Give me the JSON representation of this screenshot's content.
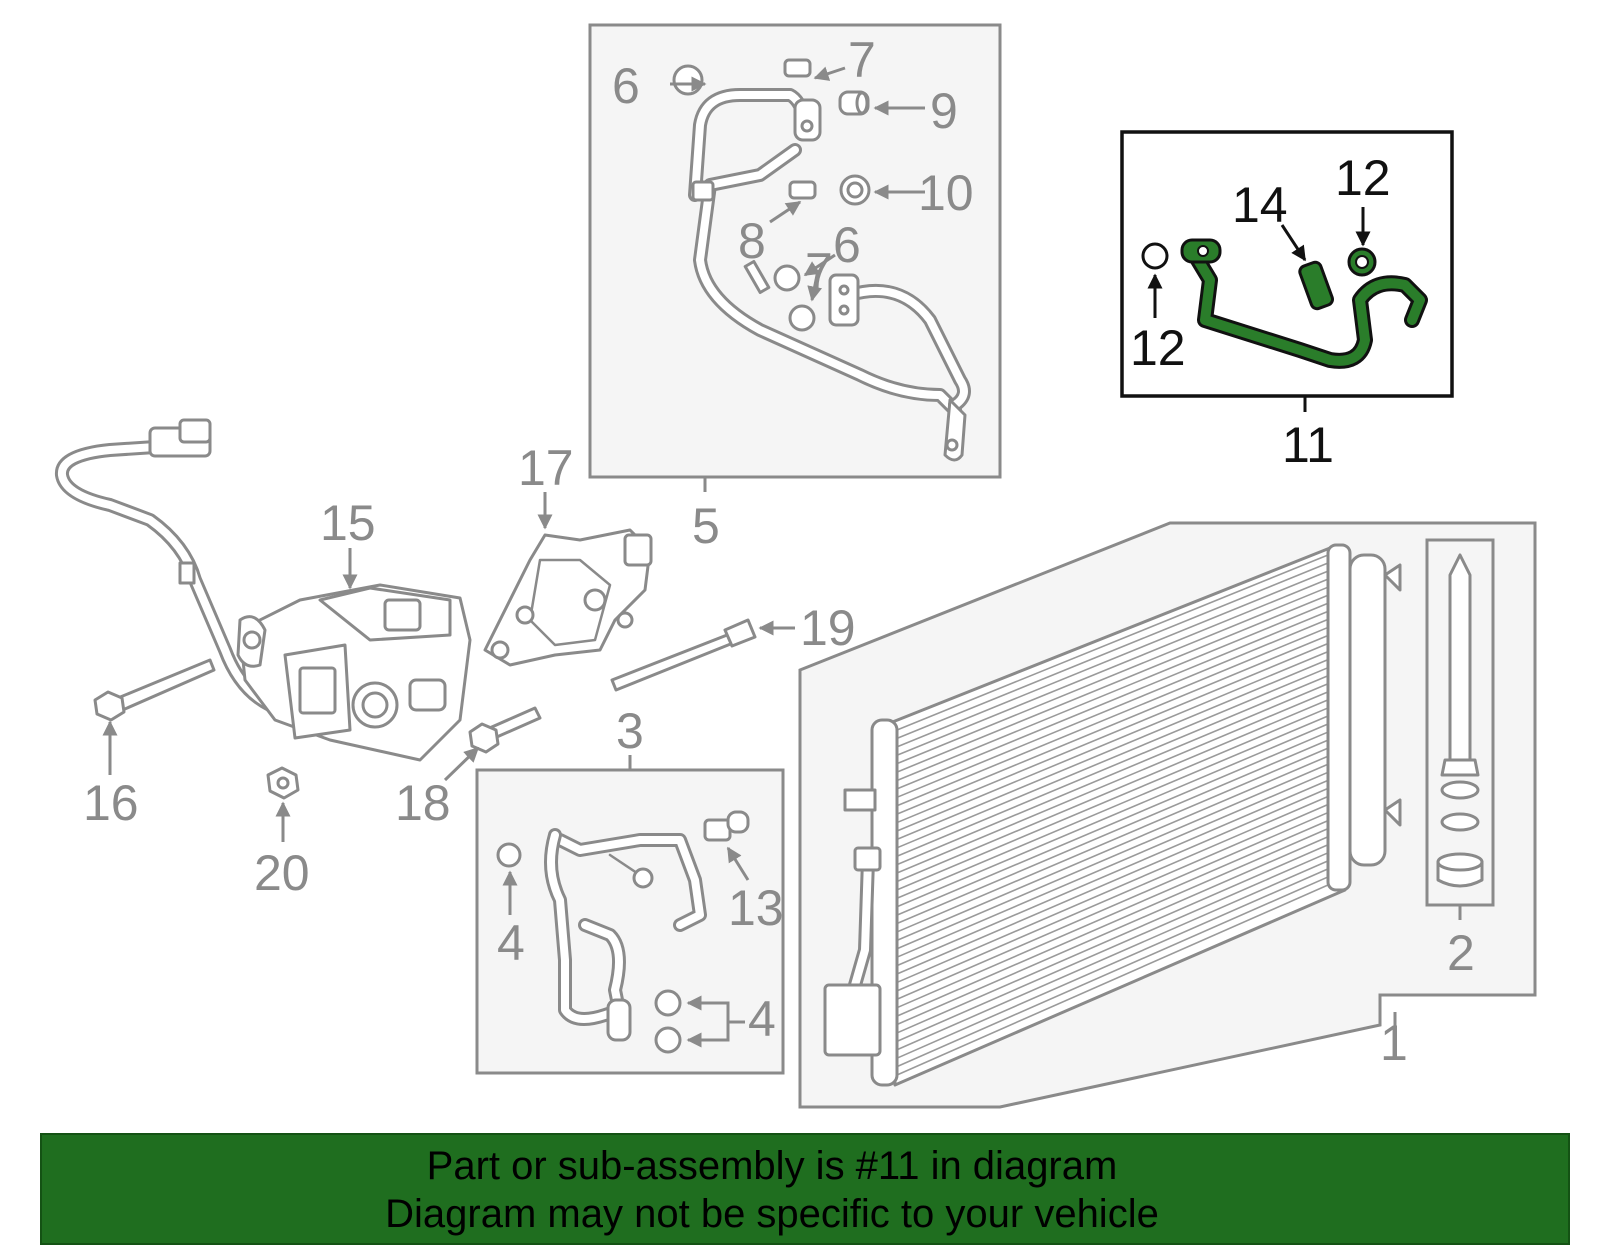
{
  "callouts": {
    "c1": "1",
    "c2": "2",
    "c3": "3",
    "c4a": "4",
    "c4b": "4",
    "c5": "5",
    "c6a": "6",
    "c6b": "6",
    "c7a": "7",
    "c7b": "7",
    "c8": "8",
    "c9": "9",
    "c10": "10",
    "c11": "11",
    "c12a": "12",
    "c12b": "12",
    "c13": "13",
    "c14": "14",
    "c15": "15",
    "c16": "16",
    "c17": "17",
    "c18": "18",
    "c19": "19",
    "c20": "20"
  },
  "highlight": {
    "part_number": "11",
    "color": "#2a7d2a"
  },
  "banner": {
    "line1": "Part or sub-assembly is #11 in diagram",
    "line2": "Diagram may not be specific to your vehicle",
    "background": "#1f6e1f"
  }
}
